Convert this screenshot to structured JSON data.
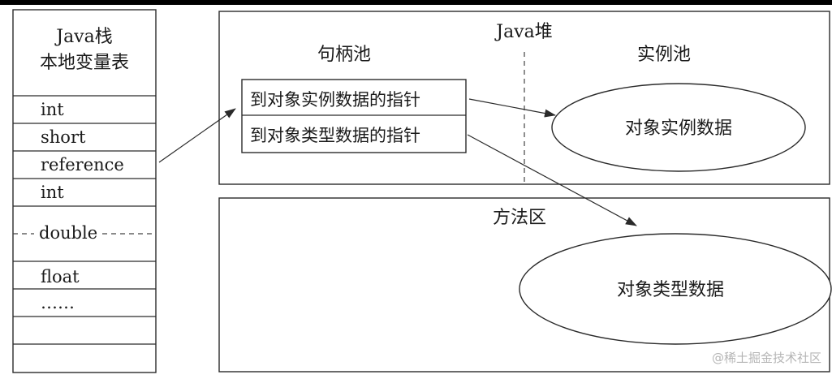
{
  "stack": {
    "title_line1": "Java栈",
    "title_line2": "本地变量表",
    "slots": [
      "int",
      "short",
      "reference",
      "int",
      "double",
      "float",
      "……",
      "",
      ""
    ]
  },
  "heap": {
    "title": "Java堆",
    "handle_pool_label": "句柄池",
    "instance_pool_label": "实例池",
    "handle_entries": [
      "到对象实例数据的指针",
      "到对象类型数据的指针"
    ],
    "instance_data": "对象实例数据"
  },
  "method_area": {
    "title": "方法区",
    "type_data": "对象类型数据"
  },
  "watermark": "@稀土掘金技术社区"
}
